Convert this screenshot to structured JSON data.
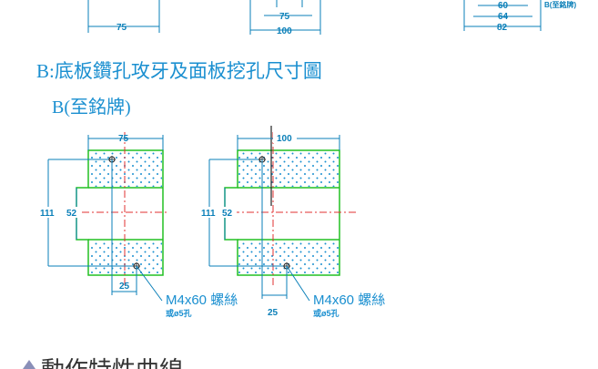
{
  "top_strip": {
    "dim_a": "75",
    "dim_b1": "75",
    "dim_b2": "100",
    "dim_c1": "60",
    "dim_c2": "64",
    "dim_c3": "82",
    "label_c": "B(至銘牌)"
  },
  "section": {
    "title": "B:底板鑽孔攻牙及面板挖孔尺寸圖",
    "subtitle": "B(至銘牌)"
  },
  "left_view": {
    "width": "75",
    "height": "111",
    "inner": "52",
    "offset": "25",
    "screw": "M4x60 螺絲",
    "hole": "或ø5孔"
  },
  "right_view": {
    "width": "100",
    "height": "111",
    "inner": "52",
    "offset": "25",
    "screw": "M4x60 螺絲",
    "hole": "或ø5孔"
  },
  "next_section": {
    "title": "動作特性曲線"
  },
  "colors": {
    "text": "#1a8fd0",
    "dimension": "#0a7fb8",
    "outline": "#22c022",
    "centerline": "#e03030",
    "hatch": "#1a8fd0"
  }
}
